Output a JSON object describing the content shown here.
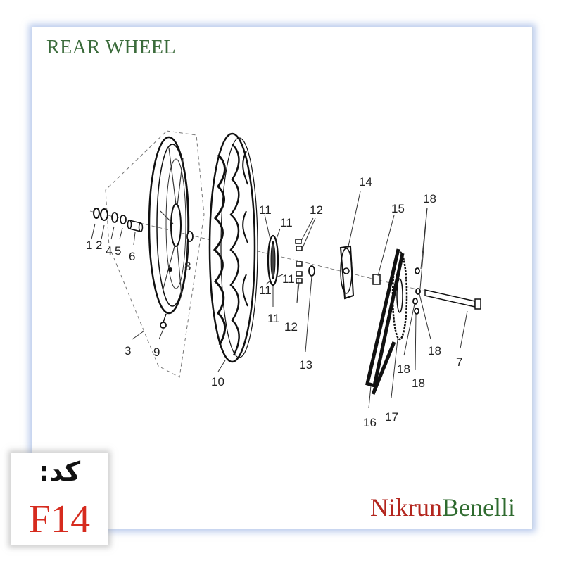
{
  "title": "REAR WHEEL",
  "part_labels": [
    "1",
    "2",
    "3",
    "4",
    "5",
    "6",
    "7",
    "8",
    "9",
    "10",
    "11",
    "12",
    "13",
    "14",
    "15",
    "16",
    "17",
    "18"
  ],
  "brand": {
    "part1": "Nikrun",
    "part2": "Benelli"
  },
  "code": {
    "label": "کد:",
    "value": "F14"
  },
  "colors": {
    "title": "#3b6b3b",
    "brand_red": "#b3261e",
    "brand_green": "#2f6b2f",
    "code_red": "#d62b1e",
    "frame_glow": "#82a0dc"
  }
}
